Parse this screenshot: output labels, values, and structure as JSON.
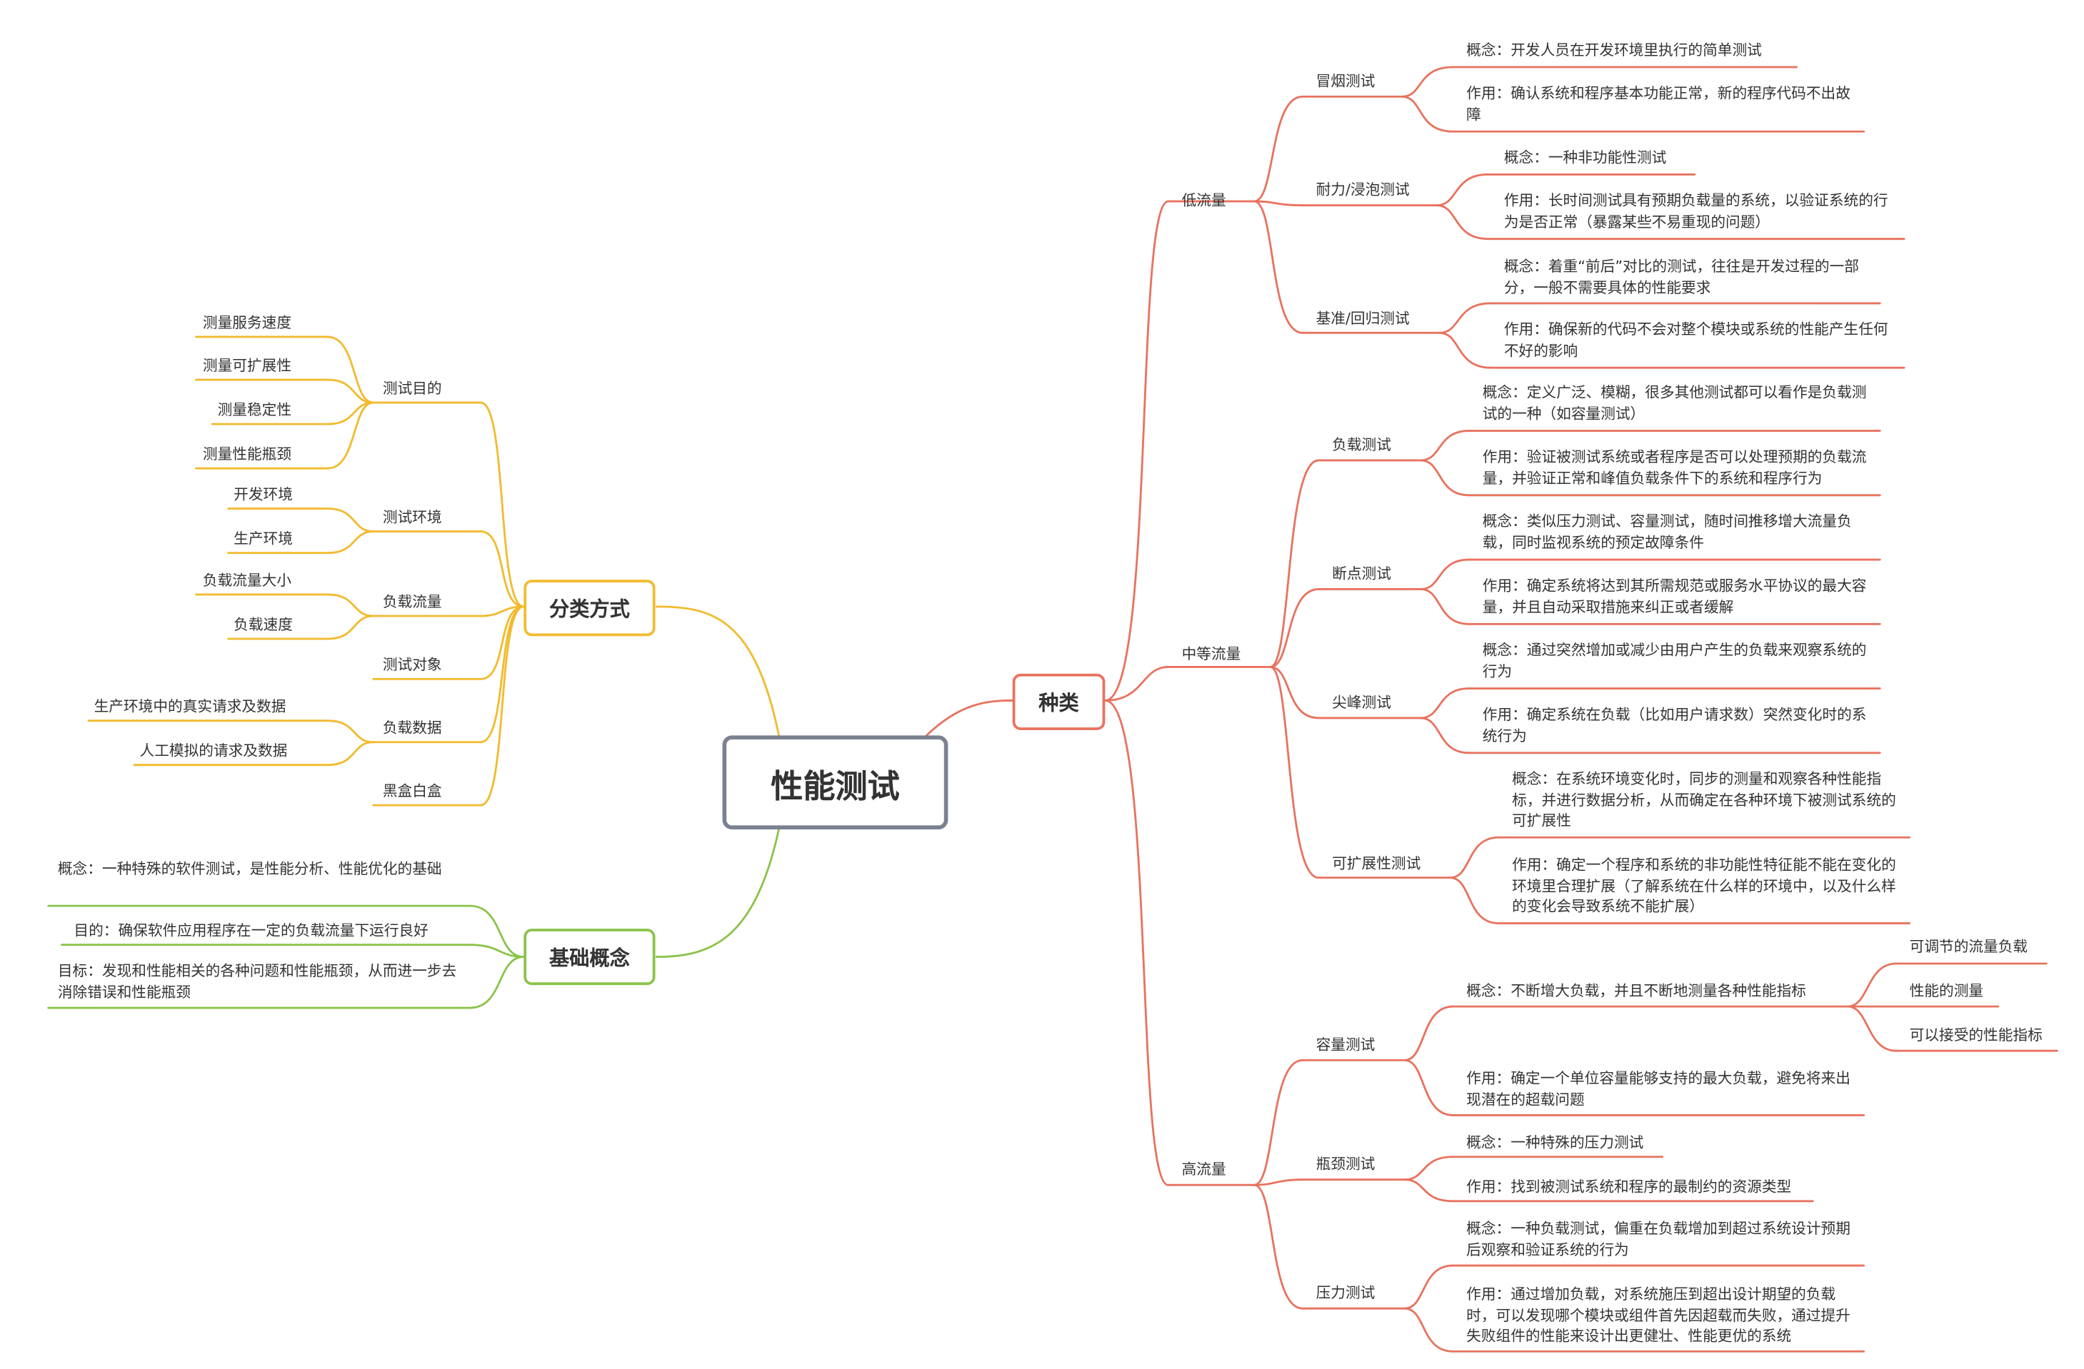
{
  "colors": {
    "orange": "#e8735f",
    "yellow": "#f2bb2f",
    "green": "#8bc34a",
    "root_border": "#7b8190"
  },
  "root": "性能测试",
  "kinds": {
    "label": "种类",
    "low": {
      "label": "低流量",
      "smoke": {
        "label": "冒烟测试",
        "concept": "概念：开发人员在开发环境里执行的简单测试",
        "purpose": "作用：确认系统和程序基本功能正常，新的程序代码不出故障"
      },
      "soak": {
        "label": "耐力/浸泡测试",
        "concept": "概念：一种非功能性测试",
        "purpose": "作用：长时间测试具有预期负载量的系统，以验证系统的行为是否正常（暴露某些不易重现的问题）"
      },
      "baseline": {
        "label": "基准/回归测试",
        "concept": "概念：着重“前后”对比的测试，往往是开发过程的一部分，一般不需要具体的性能要求",
        "purpose": "作用：确保新的代码不会对整个模块或系统的性能产生任何不好的影响"
      }
    },
    "mid": {
      "label": "中等流量",
      "load": {
        "label": "负载测试",
        "concept": "概念：定义广泛、模糊，很多其他测试都可以看作是负载测试的一种（如容量测试）",
        "purpose": "作用：验证被测试系统或者程序是否可以处理预期的负载流量，并验证正常和峰值负载条件下的系统和程序行为"
      },
      "breakpoint": {
        "label": "断点测试",
        "concept": "概念：类似压力测试、容量测试，随时间推移增大流量负载，同时监视系统的预定故障条件",
        "purpose": "作用：确定系统将达到其所需规范或服务水平协议的最大容量，并且自动采取措施来纠正或者缓解"
      },
      "spike": {
        "label": "尖峰测试",
        "concept": "概念：通过突然增加或减少由用户产生的负载来观察系统的行为",
        "purpose": "作用：确定系统在负载（比如用户请求数）突然变化时的系统行为"
      },
      "scalability": {
        "label": "可扩展性测试",
        "concept": "概念：在系统环境变化时，同步的测量和观察各种性能指标，并进行数据分析，从而确定在各种环境下被测试系统的可扩展性",
        "purpose": "作用：确定一个程序和系统的非功能性特征能不能在变化的环境里合理扩展（了解系统在什么样的环境中，以及什么样的变化会导致系统不能扩展）"
      }
    },
    "high": {
      "label": "高流量",
      "capacity": {
        "label": "容量测试",
        "concept": "概念：不断增大负载，并且不断地测量各种性能指标",
        "sub": [
          "可调节的流量负载",
          "性能的测量",
          "可以接受的性能指标"
        ],
        "purpose": "作用：确定一个单位容量能够支持的最大负载，避免将来出现潜在的超载问题"
      },
      "bottleneck": {
        "label": "瓶颈测试",
        "concept": "概念：一种特殊的压力测试",
        "purpose": "作用：找到被测试系统和程序的最制约的资源类型"
      },
      "stress": {
        "label": "压力测试",
        "concept": "概念：一种负载测试，偏重在负载增加到超过系统设计预期后观察和验证系统的行为",
        "purpose": "作用：通过增加负载，对系统施压到超出设计期望的负载时，可以发现哪个模块或组件首先因超载而失败，通过提升失败组件的性能来设计出更健壮、性能更优的系统"
      }
    }
  },
  "classify": {
    "label": "分类方式",
    "goal": {
      "label": "测试目的",
      "items": [
        "测量服务速度",
        "测量可扩展性",
        "测量稳定性",
        "测量性能瓶颈"
      ]
    },
    "env": {
      "label": "测试环境",
      "items": [
        "开发环境",
        "生产环境"
      ]
    },
    "traffic": {
      "label": "负载流量",
      "items": [
        "负载流量大小",
        "负载速度"
      ]
    },
    "target": {
      "label": "测试对象"
    },
    "data": {
      "label": "负载数据",
      "items": [
        "生产环境中的真实请求及数据",
        "人工模拟的请求及数据"
      ]
    },
    "box": {
      "label": "黑盒白盒"
    }
  },
  "basics": {
    "label": "基础概念",
    "concept": "概念：一种特殊的软件测试，是性能分析、性能优化的基础",
    "goal": "目的：确保软件应用程序在一定的负载流量下运行良好",
    "target": "目标：发现和性能相关的各种问题和性能瓶颈，从而进一步去消除错误和性能瓶颈"
  }
}
